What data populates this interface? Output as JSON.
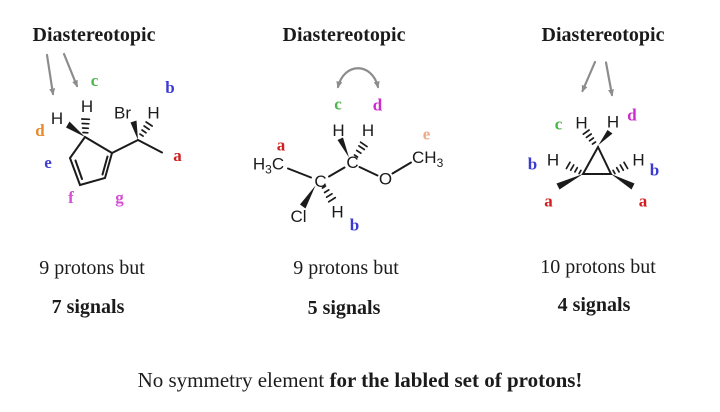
{
  "s1": {
    "title": "Diastereotopic",
    "protons": "9 protons but",
    "signals": "7 signals",
    "atoms": {
      "h_d": "H",
      "h_c": "H",
      "br": "Br",
      "h_b": "H"
    },
    "labels": {
      "a": "a",
      "b": "b",
      "c": "c",
      "d": "d",
      "e": "e",
      "f": "f",
      "g": "g"
    }
  },
  "s2": {
    "title": "Diastereotopic",
    "protons": "9 protons but",
    "signals": "5 signals",
    "atoms": {
      "h3c": [
        "H",
        "3",
        "C"
      ],
      "c1": "C",
      "c2": "C",
      "o": "O",
      "och3": [
        "C",
        "H",
        "3"
      ],
      "cl": "Cl",
      "h_b": "H",
      "h_c": "H",
      "h_d": "H"
    },
    "labels": {
      "a": "a",
      "b": "b",
      "c": "c",
      "d": "d",
      "e": "e"
    }
  },
  "s3": {
    "title": "Diastereotopic",
    "protons": "10 protons but",
    "signals": "4 signals",
    "atoms": {
      "h_c": "H",
      "h_d": "H",
      "h_bl": "H",
      "h_br": "H"
    },
    "labels": {
      "a_l": "a",
      "a_r": "a",
      "b_l": "b",
      "b_r": "b",
      "c": "c",
      "d": "d"
    }
  },
  "footer": {
    "normal": "No symmetry element ",
    "bold": "for the labled set of protons!"
  },
  "colors": {
    "red": "#ce2020",
    "blue": "#3a3ad2",
    "green": "#4bb44b",
    "orange": "#e8892b",
    "magenta": "#cb2ccb",
    "violet": "#4640d0",
    "orchid": "#d44fd4",
    "salmon": "#eca98a",
    "arrow_gray": "#8c8c8c",
    "bond_black": "#1b1b1b"
  }
}
